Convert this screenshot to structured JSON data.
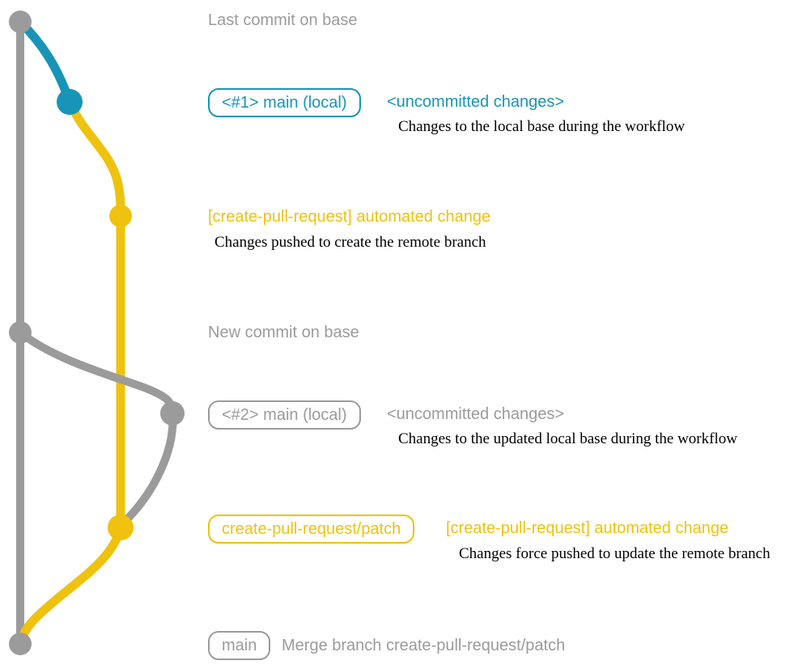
{
  "colors": {
    "gray": "#9b9b9b",
    "blue": "#1894b8",
    "yellow": "#eec20e",
    "note_text": "#000000"
  },
  "graph": {
    "type": "git-branch-diagram",
    "branches": [
      "base",
      "main (local)",
      "create-pull-request/patch"
    ],
    "commit_dots": [
      {
        "id": "base-top",
        "color_key": "gray",
        "label": "Last commit on base"
      },
      {
        "id": "main-local-1",
        "color_key": "blue",
        "label": "<#1> main (local)"
      },
      {
        "id": "cpr-automated-1",
        "color_key": "yellow",
        "label": "[create-pull-request] automated change"
      },
      {
        "id": "base-new",
        "color_key": "gray",
        "label": "New commit on base"
      },
      {
        "id": "main-local-2",
        "color_key": "gray",
        "label": "<#2> main (local)"
      },
      {
        "id": "cpr-automated-2",
        "color_key": "yellow",
        "label": "create-pull-request/patch"
      },
      {
        "id": "merge-commit",
        "color_key": "gray",
        "label": "Merge branch create-pull-request/patch"
      }
    ]
  },
  "rows": [
    {
      "text": "Last commit on base"
    },
    {
      "badge": "<#1> main (local)",
      "heading": "<uncommitted changes>",
      "note": "Changes to the local base during the workflow"
    },
    {
      "heading": "[create-pull-request] automated change",
      "note": "Changes pushed to create the remote branch"
    },
    {
      "text": "New commit on base"
    },
    {
      "badge": "<#2> main (local)",
      "heading": "<uncommitted changes>",
      "note": "Changes to the updated local base during the workflow"
    },
    {
      "badge": "create-pull-request/patch",
      "heading": "[create-pull-request] automated change",
      "note": "Changes force pushed to update the remote branch"
    },
    {
      "badge": "main",
      "text": "Merge branch create-pull-request/patch"
    }
  ]
}
